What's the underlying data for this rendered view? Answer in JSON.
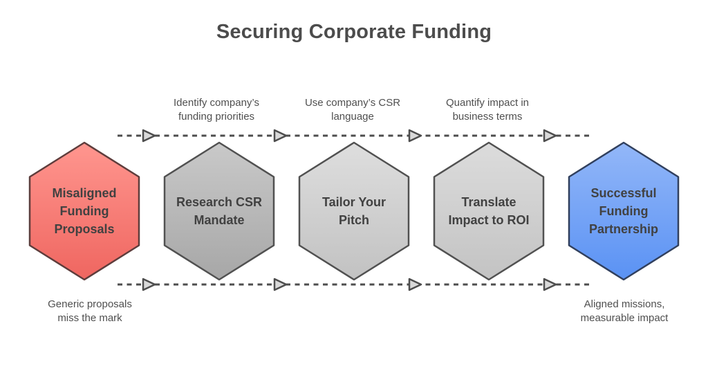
{
  "title": "Securing Corporate Funding",
  "colors": {
    "line": "#4d4d4d",
    "arrow_fill": "#d9d9d9",
    "label_text": "#4f4f4f",
    "hex_text": "#414141"
  },
  "steps": [
    {
      "label": "Misaligned\nFunding\nProposals",
      "color_top": "#ff968f",
      "color_bottom": "#ef6660",
      "border": "#5e3d3c"
    },
    {
      "label": "Research CSR\nMandate",
      "color_top": "#c9c9c9",
      "color_bottom": "#a7a7a7",
      "border": "#515151"
    },
    {
      "label": "Tailor Your\nPitch",
      "color_top": "#dedede",
      "color_bottom": "#c2c2c2",
      "border": "#515151"
    },
    {
      "label": "Translate\nImpact to ROI",
      "color_top": "#dcdcdc",
      "color_bottom": "#c3c3c3",
      "border": "#515151"
    },
    {
      "label": "Successful\nFunding\nPartnership",
      "color_top": "#93b7f8",
      "color_bottom": "#5a92f4",
      "border": "#31405e"
    }
  ],
  "transition_labels": [
    "Identify company’s\nfunding priorities",
    "Use company’s CSR\nlanguage",
    "Quantify impact in\nbusiness terms"
  ],
  "notes": [
    "Generic proposals\nmiss the mark",
    "Aligned missions,\nmeasurable impact"
  ]
}
